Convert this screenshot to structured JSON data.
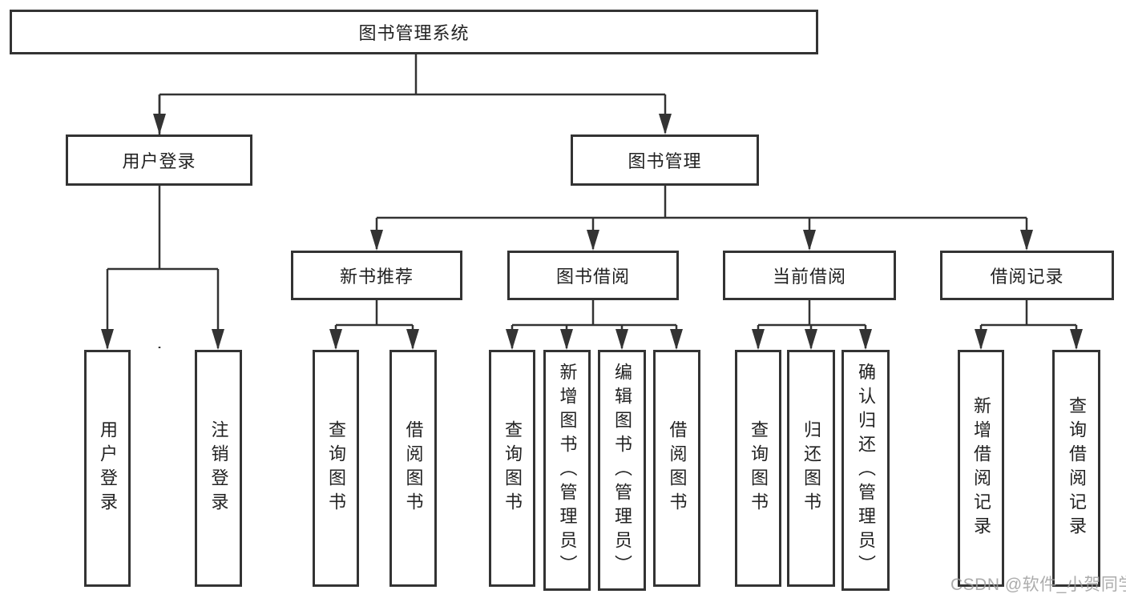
{
  "diagram": {
    "root": {
      "label": "图书管理系统"
    },
    "level2": {
      "user_login": {
        "label": "用户登录",
        "children": {
          "login": "用户登录",
          "logout": "注销登录"
        }
      },
      "book_management": {
        "label": "图书管理"
      }
    },
    "level3": {
      "new_book_recommend": {
        "label": "新书推荐",
        "children": {
          "query_books": "查询图书",
          "borrow_books": "借阅图书"
        }
      },
      "book_borrowing": {
        "label": "图书借阅",
        "children": {
          "query_books": "查询图书",
          "add_books": "新增图书（管理员）",
          "edit_books": "编辑图书（管理员）",
          "borrow_books": "借阅图书"
        }
      },
      "current_borrowing": {
        "label": "当前借阅",
        "children": {
          "query_books": "查询图书",
          "return_books": "归还图书",
          "confirm_return": "确认归还（管理员）"
        }
      },
      "borrowing_records": {
        "label": "借阅记录",
        "children": {
          "add_record": "新增借阅记录",
          "query_record": "查询借阅记录"
        }
      }
    },
    "line_color": "#333333"
  },
  "watermark": {
    "text": "CSDN @软件_小贺同学"
  }
}
